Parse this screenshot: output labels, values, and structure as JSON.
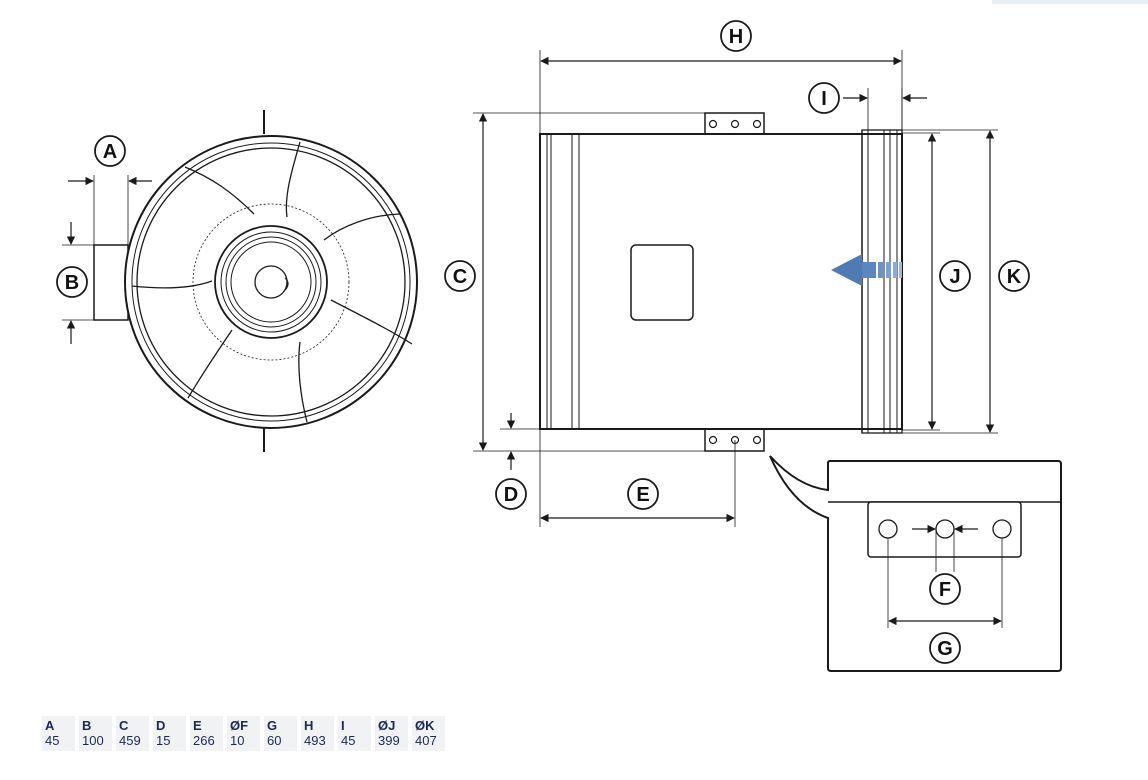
{
  "labels": {
    "A": "A",
    "B": "B",
    "C": "C",
    "D": "D",
    "E": "E",
    "F": "F",
    "G": "G",
    "H": "H",
    "I": "I",
    "J": "J",
    "K": "K"
  },
  "dimensions": [
    {
      "key": "A",
      "value": "45"
    },
    {
      "key": "B",
      "value": "100"
    },
    {
      "key": "C",
      "value": "459"
    },
    {
      "key": "D",
      "value": "15"
    },
    {
      "key": "E",
      "value": "266"
    },
    {
      "key": "ØF",
      "value": "10"
    },
    {
      "key": "G",
      "value": "60"
    },
    {
      "key": "H",
      "value": "493"
    },
    {
      "key": "I",
      "value": "45"
    },
    {
      "key": "ØJ",
      "value": "399"
    },
    {
      "key": "ØK",
      "value": "407"
    }
  ],
  "colors": {
    "line": "#1a1a1a",
    "airflow_arrow": "#4f7bb5",
    "table_bg": "#f1f2f4",
    "table_text": "#1b2a55"
  }
}
